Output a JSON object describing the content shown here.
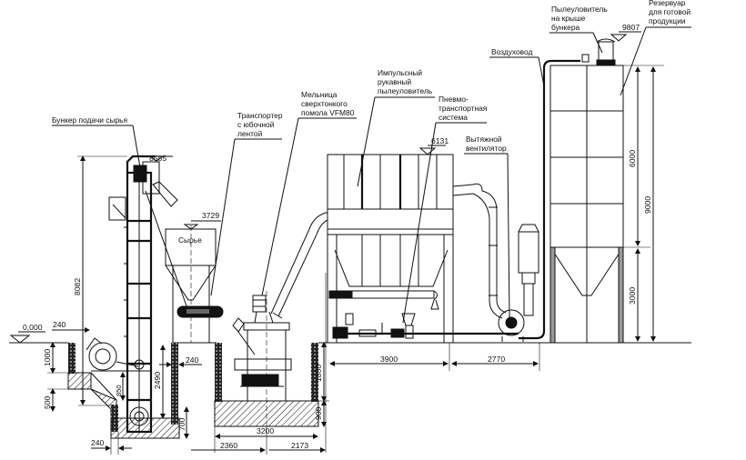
{
  "diagram": {
    "title": "Технологическая схема: линия сверхтонкого помола",
    "ground_level": "0,000",
    "labels": {
      "feed_hopper": "Бункер подачи сырья",
      "conveyor": [
        "Транспортер",
        "с юбочной",
        "лентой"
      ],
      "mill": [
        "Мельница",
        "сверхтонкого",
        "помола VFM80"
      ],
      "bag_filter": [
        "Импульсный",
        "рукавный",
        "пылеуловитель"
      ],
      "pneumo": [
        "Пневмо-",
        "транспортная",
        "система"
      ],
      "fan": [
        "Вытяжной",
        "вентилятор"
      ],
      "air_duct": "Воздуховод",
      "roof_filter": [
        "Пылеуловитель",
        "на крыше",
        "бункера"
      ],
      "silo": [
        "Резервуар",
        "для готовой",
        "продукции"
      ],
      "raw": "Сырье"
    },
    "elevations": {
      "elevator_top": "8585",
      "hopper_top": "3729",
      "filter_top": "6131",
      "silo_top": "9807"
    },
    "dimensions": {
      "elevator_height": "8082",
      "left_wall_top": "240",
      "pit_depth_1": "1000",
      "pit_depth_2": "500",
      "step_850": "850",
      "pit_2490": "2490",
      "wall_240_mid": "240",
      "slab_700": "700",
      "wall_240_bottom": "240",
      "mill_pit_1800": "1800",
      "mill_slab_900": "900",
      "mill_pit_width": "3200",
      "offset_left": "2360",
      "offset_right": "2173",
      "filter_span": "3900",
      "fan_span": "2770",
      "silo_upper": "6000",
      "silo_total": "9000",
      "silo_lower": "3000"
    }
  }
}
